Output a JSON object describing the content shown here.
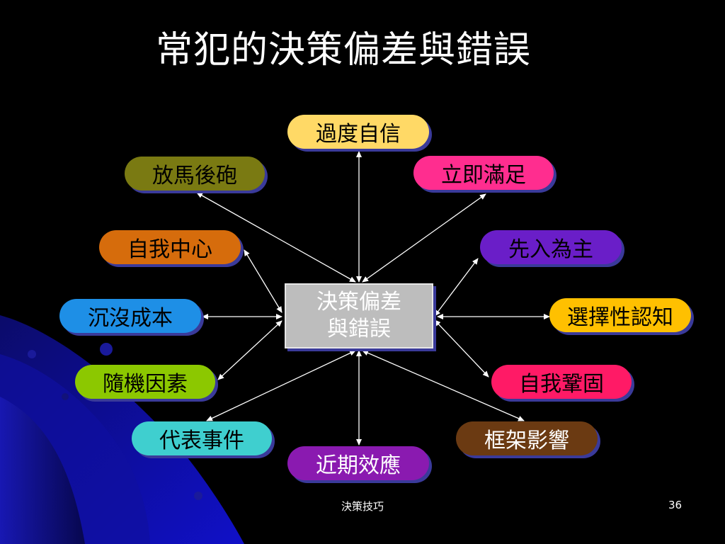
{
  "title": "常犯的決策偏差與錯誤",
  "center": {
    "line1": "決策偏差",
    "line2": "與錯誤"
  },
  "nodes": [
    {
      "label": "過度自信",
      "bg": "#ffd966",
      "fg": "#000000"
    },
    {
      "label": "立即滿足",
      "bg": "#ff2d8f",
      "fg": "#000000"
    },
    {
      "label": "先入為主",
      "bg": "#6a1ec8",
      "fg": "#000000"
    },
    {
      "label": "選擇性認知",
      "bg": "#ffc000",
      "fg": "#000000"
    },
    {
      "label": "自我鞏固",
      "bg": "#ff1a66",
      "fg": "#000000"
    },
    {
      "label": "框架影響",
      "bg": "#6b3a12",
      "fg": "#ffffff"
    },
    {
      "label": "近期效應",
      "bg": "#8a1ab0",
      "fg": "#ffffff"
    },
    {
      "label": "代表事件",
      "bg": "#3fcfcf",
      "fg": "#000000"
    },
    {
      "label": "隨機因素",
      "bg": "#8cc800",
      "fg": "#000000"
    },
    {
      "label": "沉沒成本",
      "bg": "#1e8fe6",
      "fg": "#000000"
    },
    {
      "label": "自我中心",
      "bg": "#d66c0c",
      "fg": "#000000"
    },
    {
      "label": "放馬後砲",
      "bg": "#7a7a12",
      "fg": "#000000"
    }
  ],
  "footer": {
    "center_text": "決策技巧",
    "page_number": "36"
  }
}
